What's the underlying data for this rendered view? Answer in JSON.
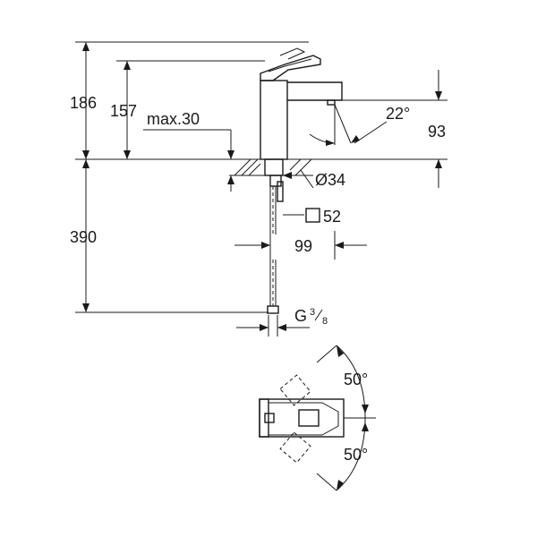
{
  "labels": {
    "total_height": "186",
    "spout_height": "157",
    "max_deck": "max.30",
    "projection_angle": "22°",
    "spout_outlet_height": "93",
    "hole_diameter": "Ø34",
    "square_size": "52",
    "reach": "99",
    "hose_length": "390",
    "connection_g": "G",
    "connection_num": "3",
    "connection_den": "8",
    "angle_top": "50°",
    "angle_bottom": "50°"
  }
}
